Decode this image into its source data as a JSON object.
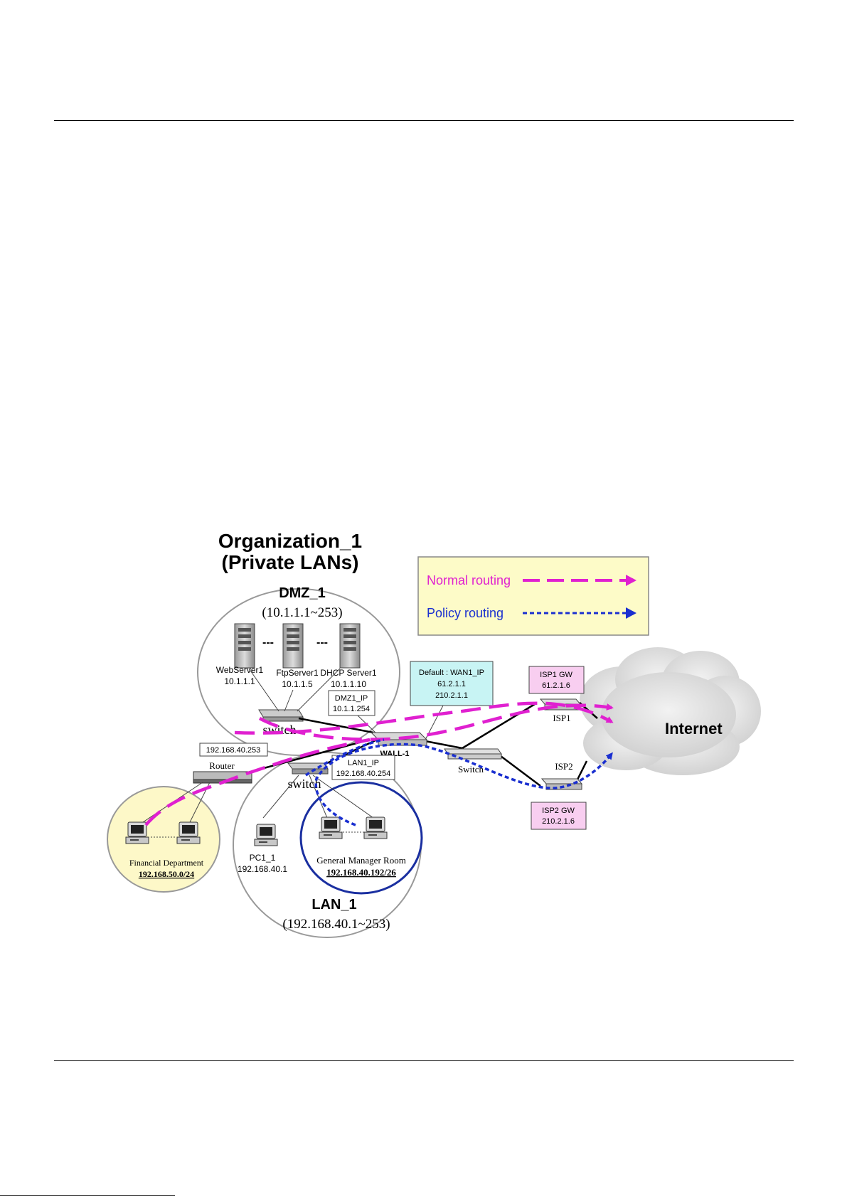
{
  "diagram": {
    "title_line1": "Organization_1",
    "title_line2": "(Private LANs)",
    "legend": {
      "normal_label": "Normal routing",
      "policy_label": "Policy routing",
      "normal_color": "#e020d0",
      "policy_color": "#1a2fd0"
    },
    "dmz": {
      "name": "DMZ_1",
      "range": "(10.1.1.1~253)",
      "servers": [
        {
          "name": "WebServer1",
          "ip": "10.1.1.1"
        },
        {
          "name": "FtpServer1",
          "ip": "10.1.1.5"
        },
        {
          "name": "DHCP Server1",
          "ip": "10.1.1.10"
        }
      ],
      "ellipsis": "---",
      "switch_label": "switch"
    },
    "dmz_ip_box": {
      "line1": "DMZ1_IP",
      "line2": "10.1.1.254"
    },
    "wan_box": {
      "line1": "Default : WAN1_IP",
      "line2": "61.2.1.1",
      "line3": "210.2.1.1"
    },
    "firewall_label": "WALL-1",
    "outer_switch_label": "Switch",
    "isp1": {
      "label": "ISP1",
      "gw_line1": "ISP1 GW",
      "gw_line2": "61.2.1.6"
    },
    "isp2": {
      "label": "ISP2",
      "gw_line1": "ISP2 GW",
      "gw_line2": "210.2.1.6"
    },
    "internet_label": "Internet",
    "router": {
      "ip": "192.168.40.253",
      "label": "Router"
    },
    "lan": {
      "switch_label": "switch",
      "lan_ip_line1": "LAN1_IP",
      "lan_ip_line2": "192.168.40.254",
      "pc_name": "PC1_1",
      "pc_ip": "192.168.40.1",
      "name": "LAN_1",
      "range": "(192.168.40.1~253)"
    },
    "gm_room": {
      "name": "General Manager Room",
      "subnet": "192.168.40.192/26"
    },
    "finance": {
      "name": "Financial Department",
      "subnet": "192.168.50.0/24"
    },
    "colors": {
      "finance_fill": "#fdf8c8",
      "legend_fill": "#fdfbc8",
      "wan_fill": "#c8f4f4",
      "isp_fill": "#f8cef0",
      "gm_stroke": "#1a2fa0",
      "cloud_fill": "#e6e6e6"
    }
  }
}
